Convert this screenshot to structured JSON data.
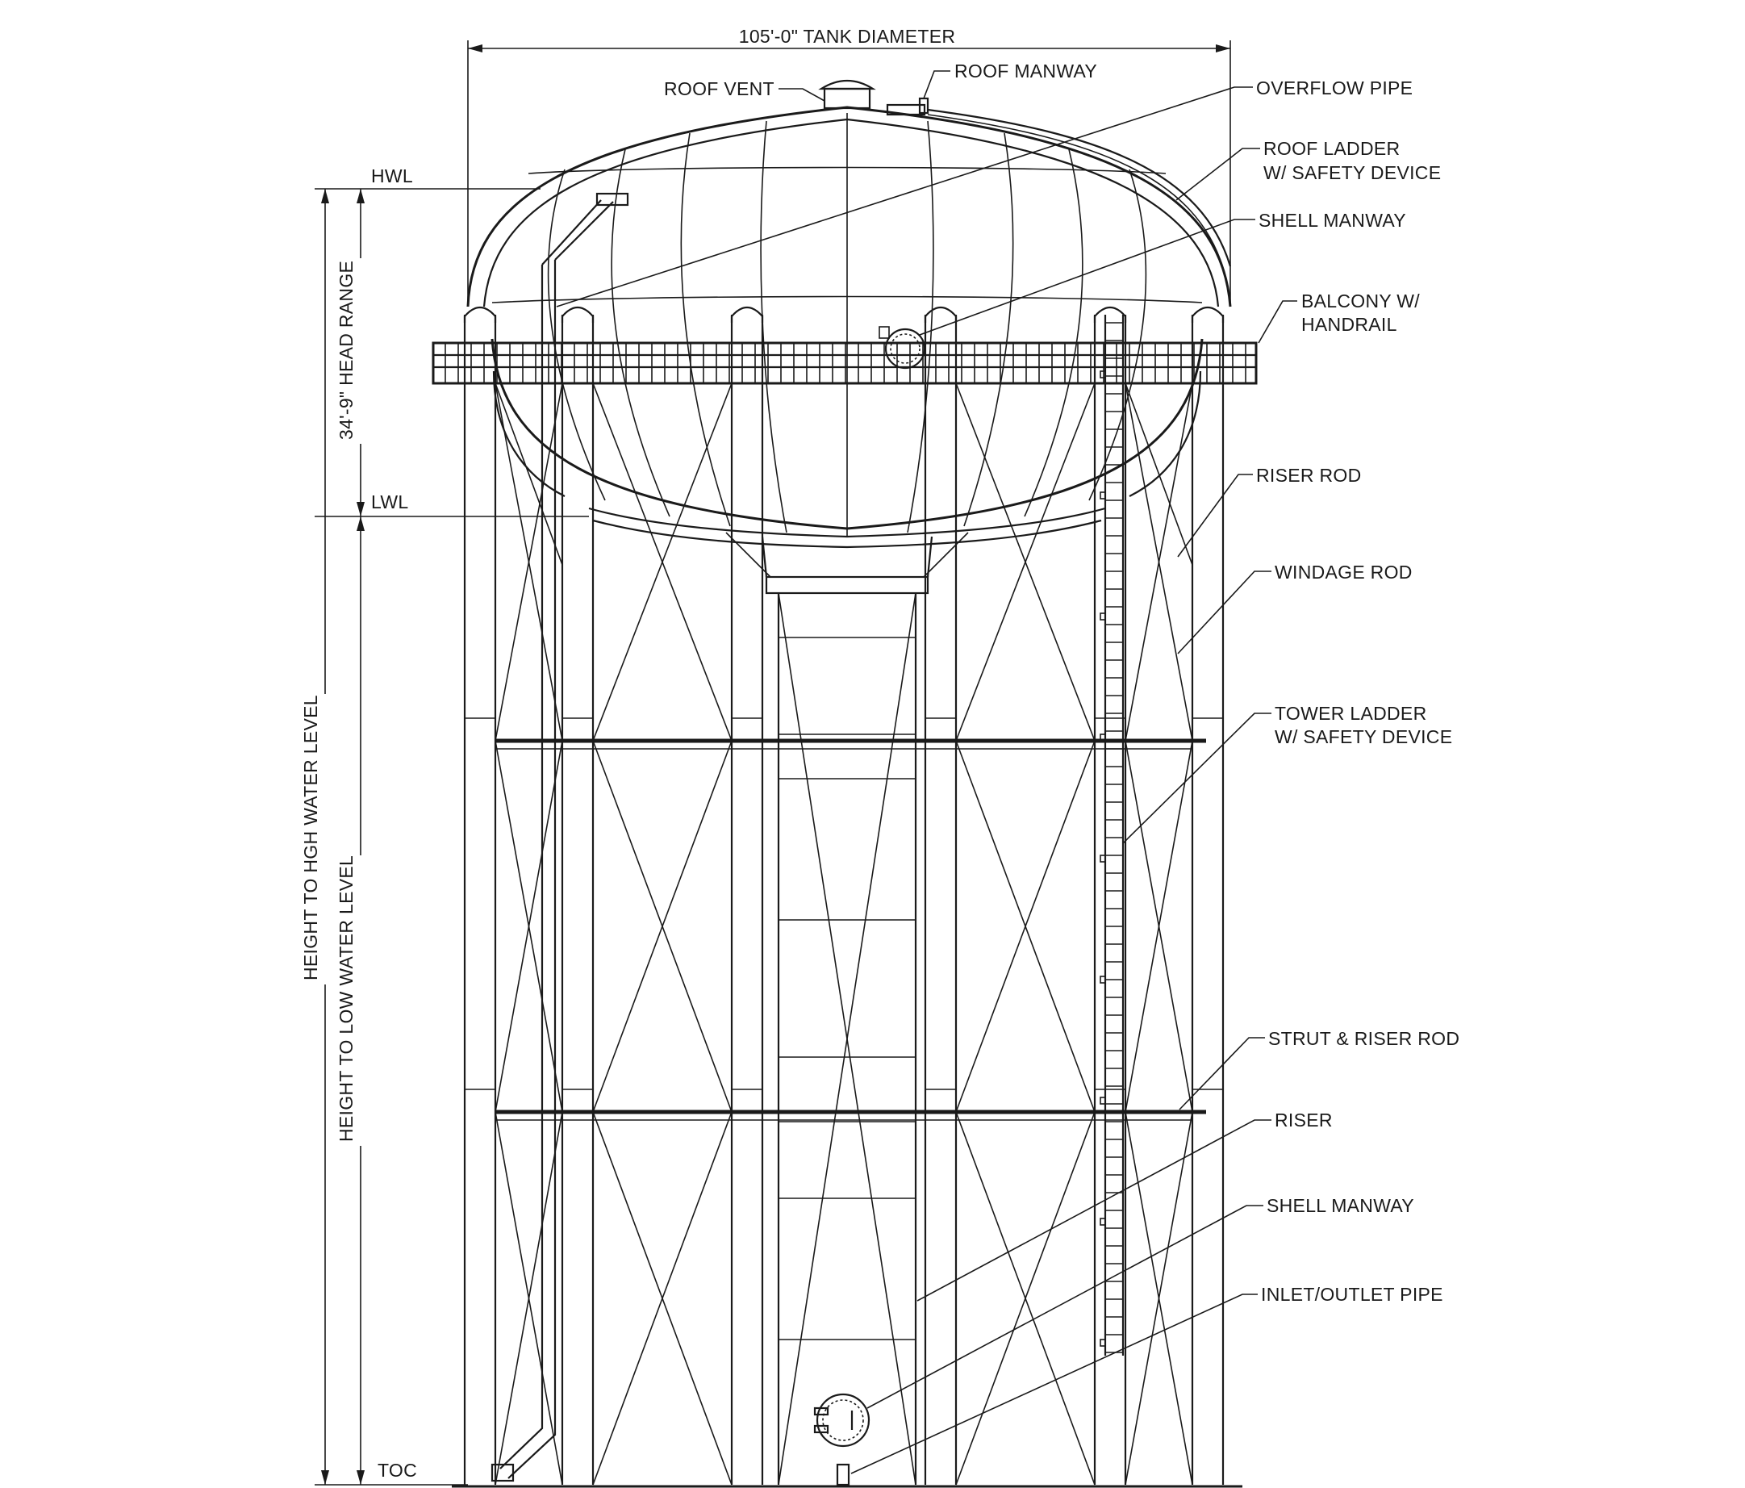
{
  "diagram": {
    "dimensions": {
      "tank_diameter": "105'-0\" TANK DIAMETER",
      "head_range": "34'-9\" HEAD RANGE",
      "height_high": "HEIGHT TO HGH WATER LEVEL",
      "height_low": "HEIGHT TO LOW WATER LEVEL"
    },
    "levels": {
      "hwl": "HWL",
      "lwl": "LWL",
      "toc": "TOC"
    },
    "callouts": {
      "roof_vent": "ROOF VENT",
      "roof_manway": "ROOF MANWAY",
      "overflow_pipe": "OVERFLOW PIPE",
      "roof_ladder_1": "ROOF LADDER",
      "roof_ladder_2": "W/ SAFETY DEVICE",
      "shell_manway_top": "SHELL MANWAY",
      "balcony_1": "BALCONY W/",
      "balcony_2": "HANDRAIL",
      "riser_rod": "RISER ROD",
      "windage_rod": "WINDAGE ROD",
      "tower_ladder_1": "TOWER LADDER",
      "tower_ladder_2": "W/ SAFETY DEVICE",
      "strut_riser_rod": "STRUT & RISER ROD",
      "riser": "RISER",
      "shell_manway_bottom": "SHELL MANWAY",
      "inlet_outlet": "INLET/OUTLET PIPE"
    }
  }
}
